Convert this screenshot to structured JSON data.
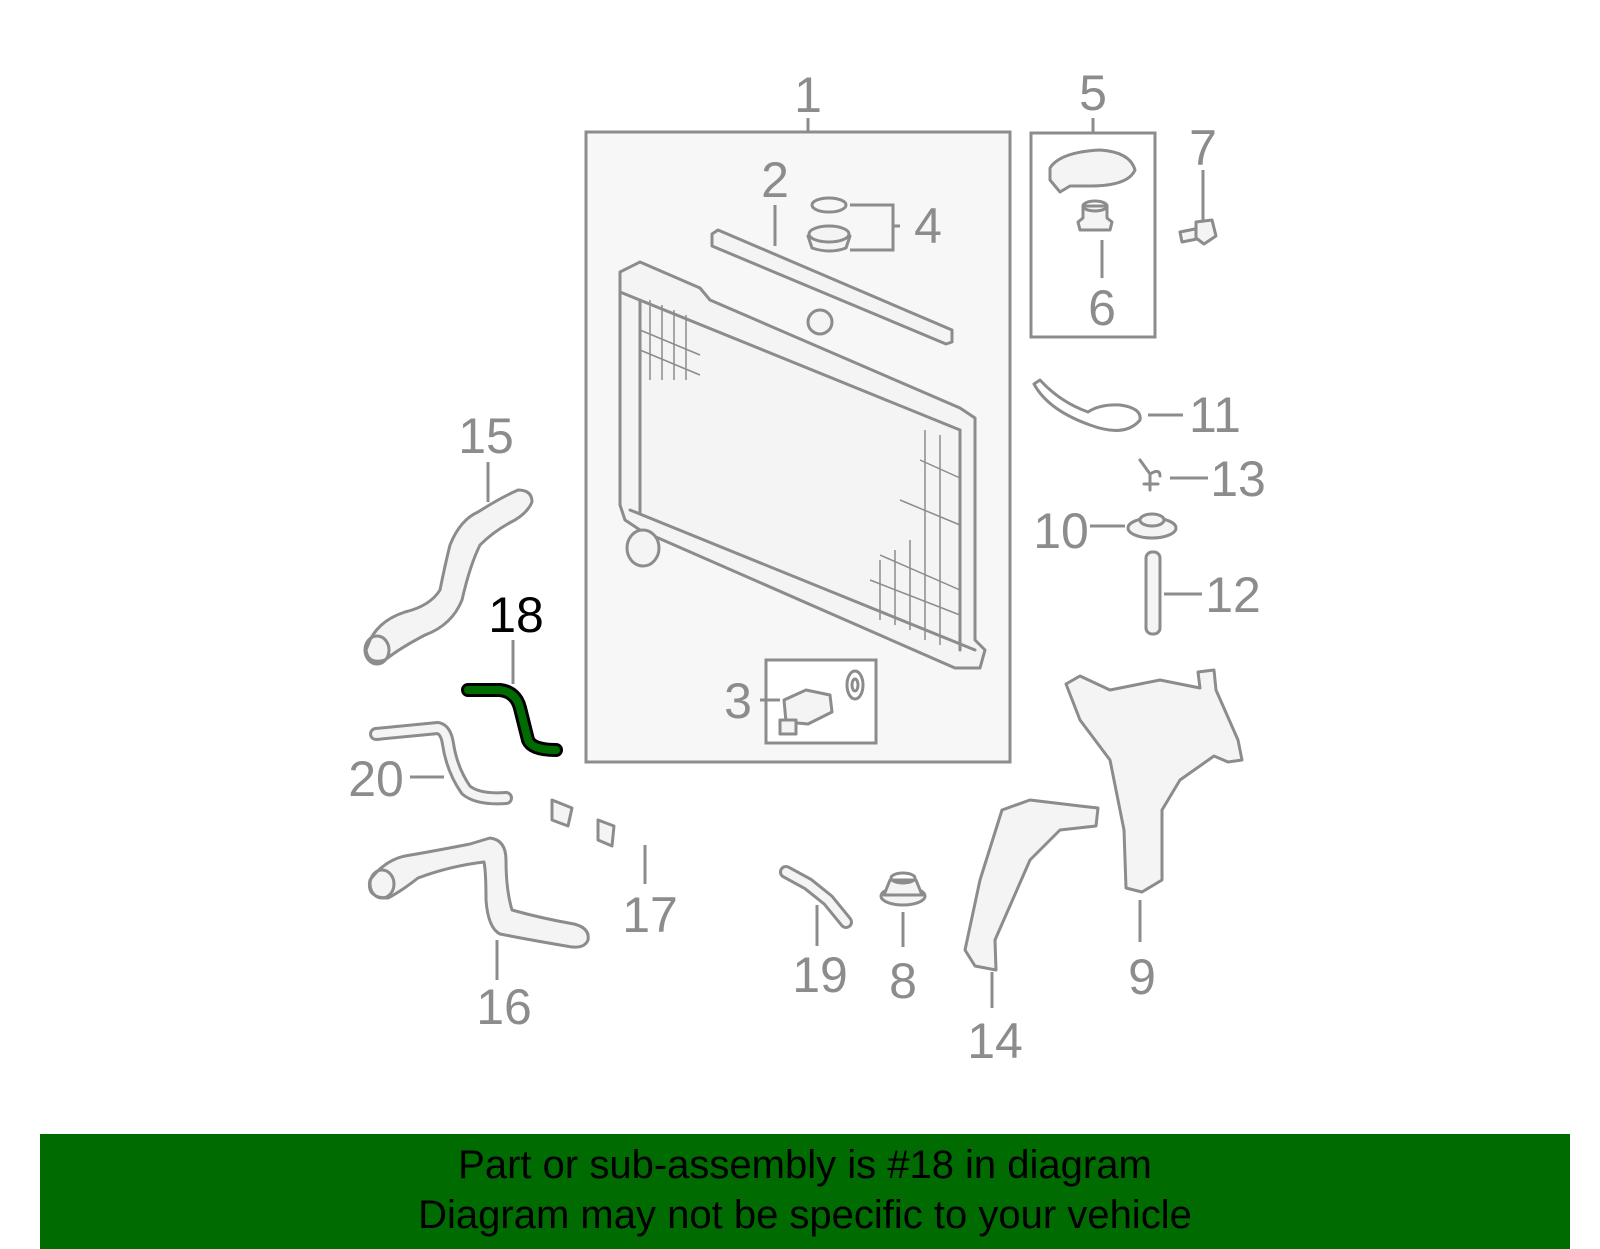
{
  "callouts": [
    {
      "id": "1",
      "label": "1",
      "highlight": false
    },
    {
      "id": "2",
      "label": "2",
      "highlight": false
    },
    {
      "id": "3",
      "label": "3",
      "highlight": false
    },
    {
      "id": "4",
      "label": "4",
      "highlight": false
    },
    {
      "id": "5",
      "label": "5",
      "highlight": false
    },
    {
      "id": "6",
      "label": "6",
      "highlight": false
    },
    {
      "id": "7",
      "label": "7",
      "highlight": false
    },
    {
      "id": "8",
      "label": "8",
      "highlight": false
    },
    {
      "id": "9",
      "label": "9",
      "highlight": false
    },
    {
      "id": "10",
      "label": "10",
      "highlight": false
    },
    {
      "id": "11",
      "label": "11",
      "highlight": false
    },
    {
      "id": "12",
      "label": "12",
      "highlight": false
    },
    {
      "id": "13",
      "label": "13",
      "highlight": false
    },
    {
      "id": "14",
      "label": "14",
      "highlight": false
    },
    {
      "id": "15",
      "label": "15",
      "highlight": false
    },
    {
      "id": "16",
      "label": "16",
      "highlight": false
    },
    {
      "id": "17",
      "label": "17",
      "highlight": false
    },
    {
      "id": "18",
      "label": "18",
      "highlight": true
    },
    {
      "id": "19",
      "label": "19",
      "highlight": false
    },
    {
      "id": "20",
      "label": "20",
      "highlight": false
    }
  ],
  "colors": {
    "part_stroke": "#8c8c8c",
    "highlight_fill": "#006b00",
    "highlight_stroke": "#000000",
    "banner_bg": "#006b00",
    "banner_text": "#000000"
  },
  "banner": {
    "line1": "Part or sub-assembly is #18 in diagram",
    "line2": "Diagram may not be specific to your vehicle"
  }
}
